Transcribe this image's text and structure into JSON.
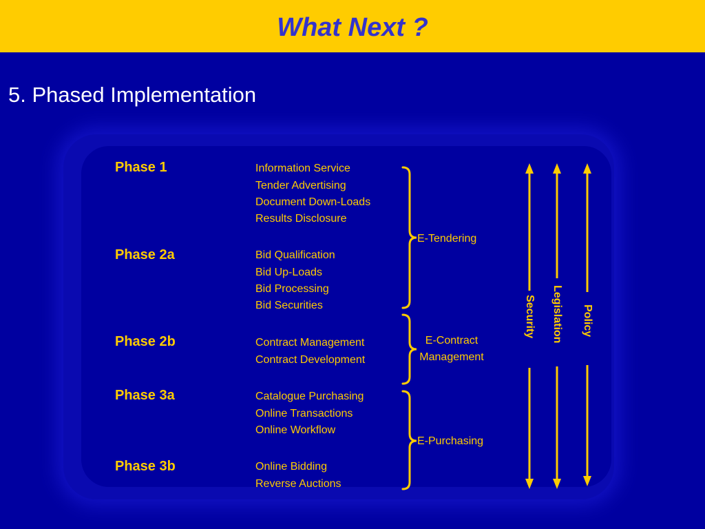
{
  "header": {
    "title": "What Next ?"
  },
  "slide": {
    "subtitle": "5. Phased Implementation"
  },
  "phases": [
    {
      "label": "Phase 1",
      "items": [
        "Information Service",
        "Tender Advertising",
        "Document Down-Loads",
        "Results Disclosure"
      ]
    },
    {
      "label": "Phase 2a",
      "items": [
        "Bid Qualification",
        "Bid Up-Loads",
        "Bid Processing",
        "Bid Securities"
      ]
    },
    {
      "label": "Phase 2b",
      "items": [
        "Contract Management",
        "Contract Development"
      ]
    },
    {
      "label": "Phase 3a",
      "items": [
        "Catalogue Purchasing",
        "Online Transactions",
        "Online Workflow"
      ]
    },
    {
      "label": "Phase 3b",
      "items": [
        "Online Bidding",
        "Reverse Auctions"
      ]
    }
  ],
  "groups": [
    {
      "lines": [
        "E-Tendering"
      ]
    },
    {
      "lines": [
        "E-Contract",
        "Management"
      ]
    },
    {
      "lines": [
        "E-Purchasing"
      ]
    }
  ],
  "arrows": [
    {
      "label": "Security"
    },
    {
      "label": "Legislation"
    },
    {
      "label": "Policy"
    }
  ],
  "colors": {
    "background": "#0000a0",
    "accent": "#ffcc00",
    "header_text": "#3333cc",
    "subtitle_text": "#ffffff"
  }
}
